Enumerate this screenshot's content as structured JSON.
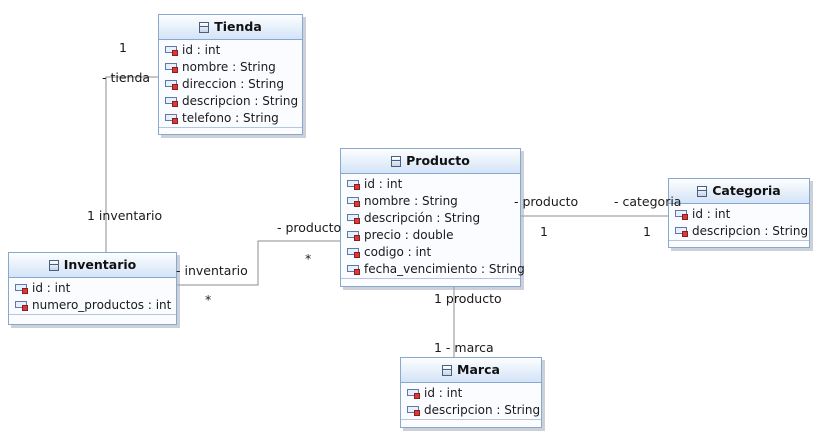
{
  "classes": {
    "tienda": {
      "name": "Tienda",
      "attrs": [
        "id : int",
        "nombre : String",
        "direccion : String",
        "descripcion : String",
        "telefono : String"
      ]
    },
    "producto": {
      "name": "Producto",
      "attrs": [
        "id : int",
        "nombre : String",
        "descripción : String",
        "precio : double",
        "codigo : int",
        "fecha_vencimiento : String"
      ]
    },
    "categoria": {
      "name": "Categoria",
      "attrs": [
        "id : int",
        "descripcion : String"
      ]
    },
    "inventario": {
      "name": "Inventario",
      "attrs": [
        "id : int",
        "numero_productos : int"
      ]
    },
    "marca": {
      "name": "Marca",
      "attrs": [
        "id : int",
        "descripcion : String"
      ]
    }
  },
  "associations": {
    "tienda_inventario": {
      "tienda_mult": "1",
      "tienda_role": "- tienda",
      "inventario_end": "1 inventario"
    },
    "inventario_producto": {
      "inventario_role": "- inventario",
      "inventario_mult": "*",
      "producto_role": "- producto",
      "producto_mult": "*"
    },
    "producto_categoria": {
      "producto_role": "- producto",
      "producto_mult": "1",
      "categoria_role": "- categoria",
      "categoria_mult": "1"
    },
    "producto_marca": {
      "producto_end": "1 producto",
      "marca_end": "1 - marca"
    }
  }
}
